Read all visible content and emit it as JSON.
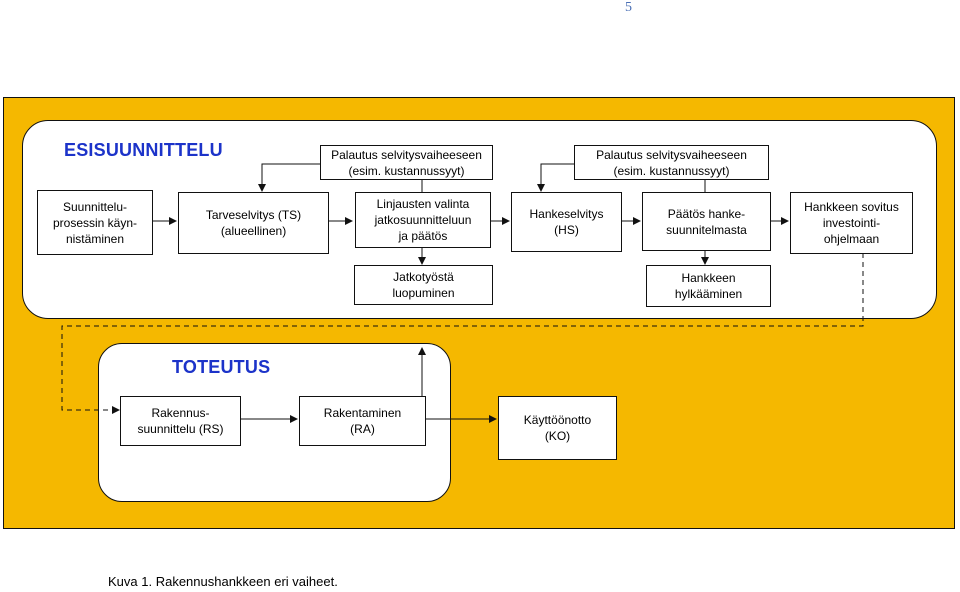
{
  "page_number": "5",
  "pre_design": {
    "title": "ESISUUNNITTELU",
    "boxes": {
      "start": "Suunnittelu-\nprosessin käyn-\nnistäminen",
      "ts": "Tarveselvitys (TS)\n(alueellinen)",
      "linjaus": "Linjausten valinta\njatkosuunnitteluun\nja päätös",
      "hs": "Hankeselvitys\n(HS)",
      "paatos": "Päätös hanke-\nsuunnitelmasta",
      "sovitus": "Hankkeen sovitus\ninvestointi-\nohjelmaan",
      "return1": "Palautus selvitysvaiheeseen\n(esim. kustannussyyt)",
      "return2": "Palautus selvitysvaiheeseen\n(esim. kustannussyyt)",
      "luopuminen": "Jatkotyöstä\nluopuminen",
      "hylkaaminen": "Hankkeen\nhylkääminen"
    }
  },
  "implementation": {
    "title": "TOTEUTUS",
    "boxes": {
      "rs": "Rakennus-\nsuunnittelu (RS)",
      "ra": "Rakentaminen\n(RA)",
      "ko": "Käyttöönotto\n(KO)"
    }
  },
  "caption": "Kuva 1. Rakennushankkeen eri vaiheet.",
  "colors": {
    "frame": "#f5b800",
    "title": "#1c33c9",
    "page_number": "#4a6fb5"
  }
}
